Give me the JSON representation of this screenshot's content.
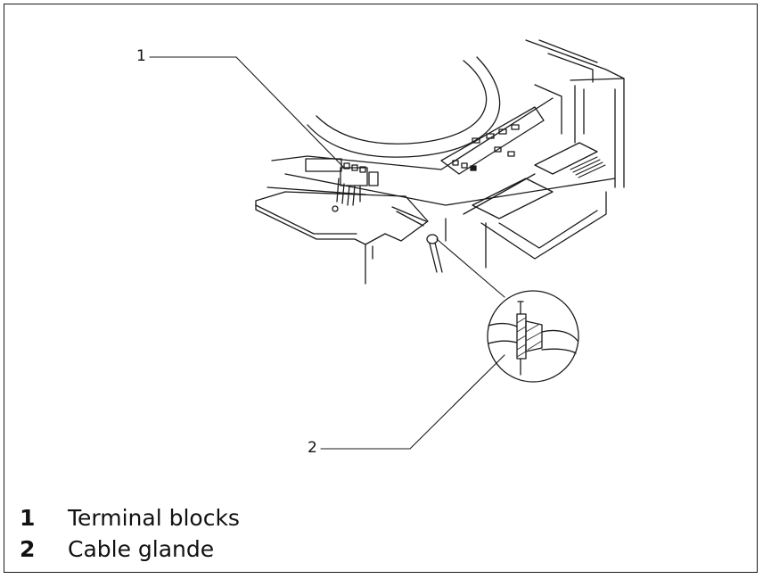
{
  "callouts": [
    "1",
    "2"
  ],
  "legend": [
    {
      "number": "1",
      "label": "Terminal blocks"
    },
    {
      "number": "2",
      "label": "Cable glande"
    }
  ],
  "colors": {
    "ink": "#1a1a1a",
    "background": "#ffffff",
    "hatch": "#333333"
  }
}
